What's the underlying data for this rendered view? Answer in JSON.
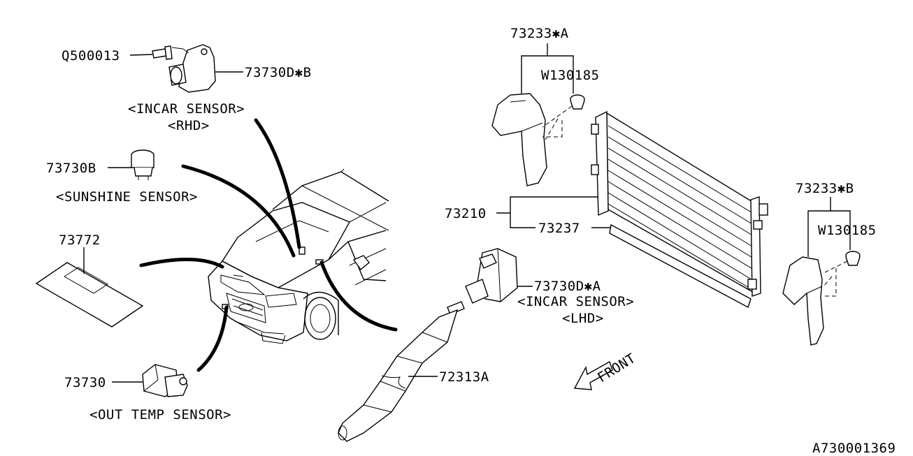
{
  "labels": {
    "q500013": "Q500013",
    "p73730d_b": "73730D✱B",
    "incar_sensor_rhd": "<INCAR SENSOR>",
    "rhd": "<RHD>",
    "p73730b": "73730B",
    "sunshine_sensor": "<SUNSHINE SENSOR>",
    "p73772": "73772",
    "p73730": "73730",
    "out_temp_sensor": "<OUT TEMP SENSOR>",
    "p73233_a": "73233✱A",
    "w130185_a": "W130185",
    "p73210": "73210",
    "p73237": "73237",
    "p73730d_a": "73730D✱A",
    "incar_sensor_lhd": "<INCAR SENSOR>",
    "lhd": "<LHD>",
    "p72313a": "72313A",
    "front": "FRONT",
    "p73233_b": "73233✱B",
    "w130185_b": "W130185",
    "diagram_id": "A730001369"
  },
  "icons": {
    "front_arrow": "front-arrow-icon"
  }
}
